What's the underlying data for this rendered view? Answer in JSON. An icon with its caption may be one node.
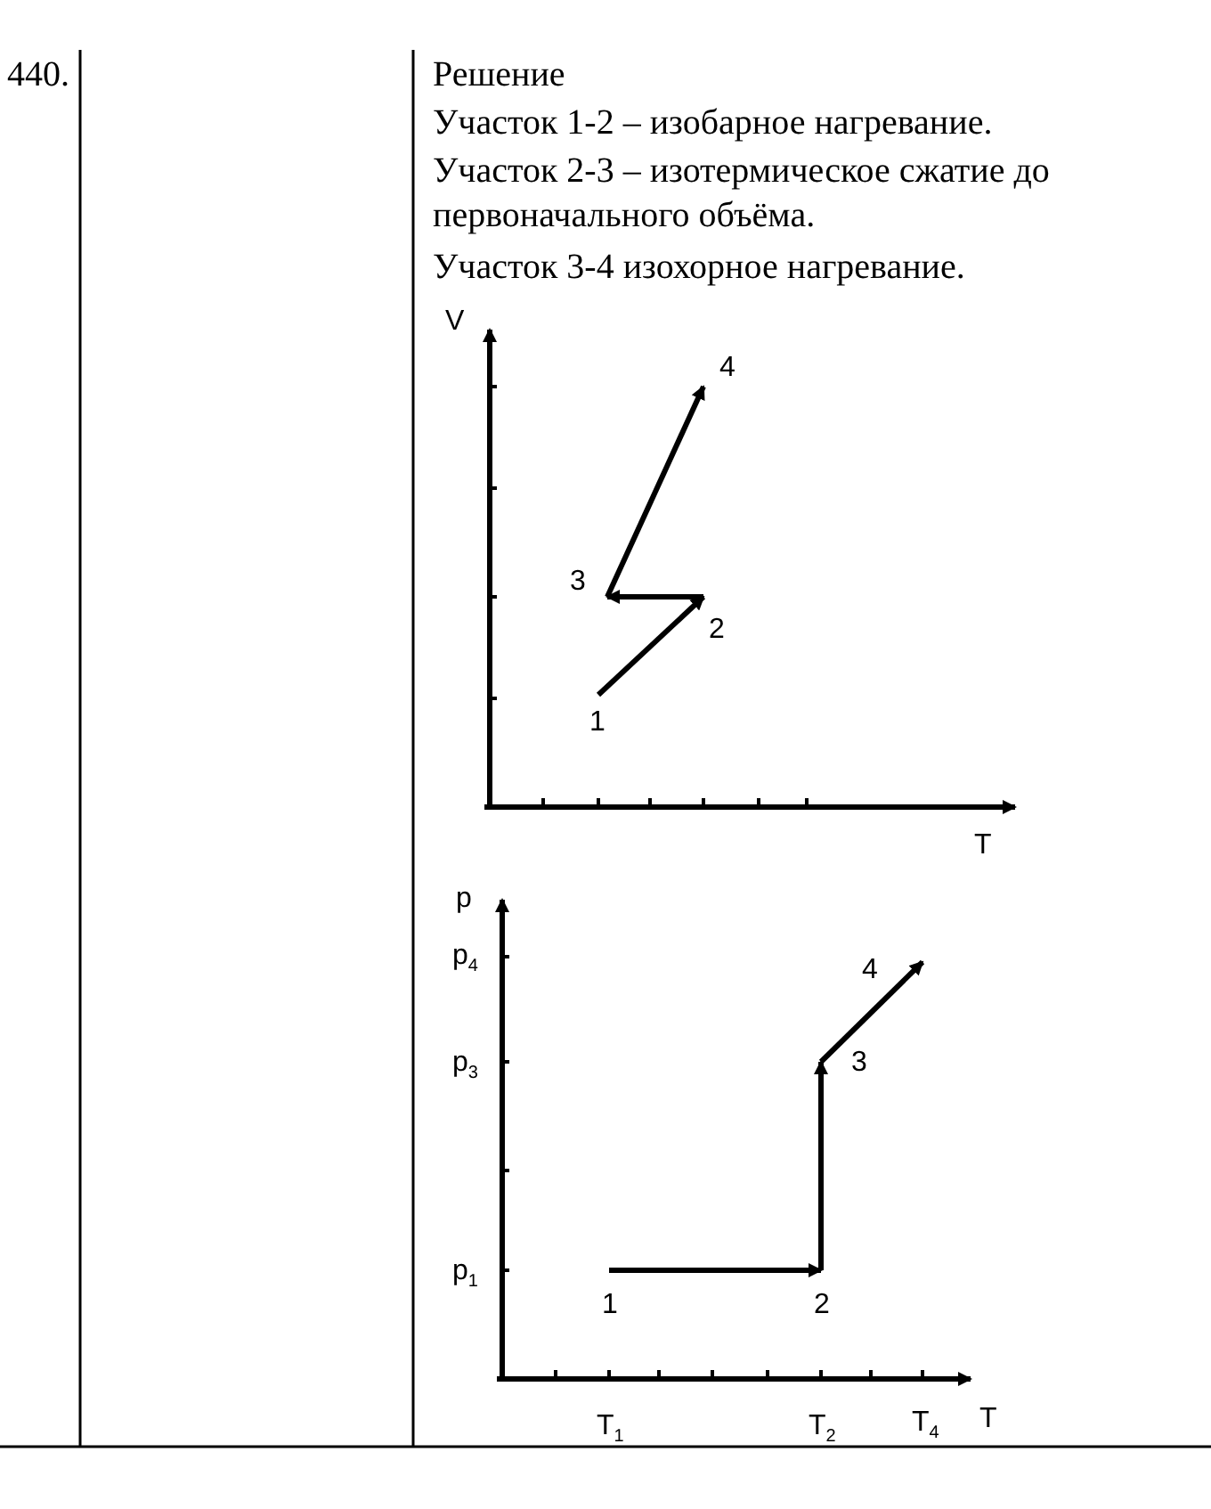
{
  "diagram": {
    "nodes": [
      {
        "text": [
          "1"
        ]
      },
      {
        "text": [
          "2"
        ]
      },
      {
        "text": [
          "3"
        ]
      },
      {
        "text": [
          "4"
        ]
      },
      {
        "text": [
          "1"
        ]
      },
      {
        "text": [
          "2"
        ]
      },
      {
        "text": [
          "3"
        ]
      },
      {
        "text": [
          "4"
        ]
      }
    ],
    "edges": [
      {
        "from": 0,
        "to": 1,
        "arrow": "to"
      },
      {
        "from": 1,
        "to": 2,
        "arrow": "to"
      },
      {
        "from": 2,
        "to": 3,
        "arrow": "to"
      },
      {
        "from": 4,
        "to": 5,
        "arrow": "to"
      },
      {
        "from": 5,
        "to": 6,
        "arrow": "to"
      },
      {
        "from": 6,
        "to": 7,
        "arrow": "to"
      }
    ],
    "labels": [
      "440.",
      "Решение",
      "Участок 1-2 – изобарное нагревание.",
      "Участок 2-3 – изотермическое сжатие до первоначального объёма.",
      "Участок 3-4 изохорное нагревание.",
      "V",
      "T",
      "p",
      "p$_{4}$",
      "p$_{3}$",
      "p$_{1}$",
      "T$_{1}$",
      "T$_{2}$",
      "T$_{4}$",
      "T"
    ]
  }
}
